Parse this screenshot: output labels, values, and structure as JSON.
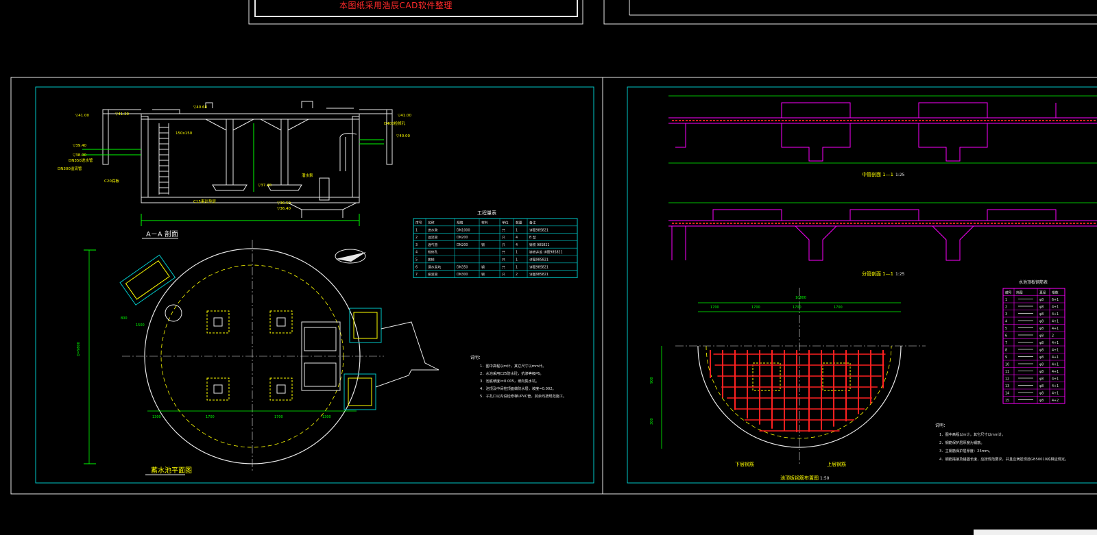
{
  "banner": "本图纸采用浩辰CAD软件整理",
  "colors": {
    "background": "#000000",
    "frame": "#e8e8e8",
    "border": "#00c8c8",
    "dim": "#00ff00",
    "rebar": "#ff2020",
    "label": "#ffff00",
    "wall": "#ff00ff",
    "dash": "#ffff00"
  },
  "left_sheet": {
    "section_title": "A－A 剖面",
    "plan_title": "蓄水池平面图",
    "elevations": [
      "▽41.00",
      "▽41.30",
      "▽40.68",
      "▽39.40",
      "▽38.00",
      "▽37.48",
      "▽36.50",
      "▽36.40",
      "▽41.00",
      "▽40.00"
    ],
    "labels": [
      "C15素砼垫层",
      "C20底板",
      "D400检修孔",
      "DN300溢流管",
      "DN350进水管",
      "潜水泵",
      "150x150"
    ],
    "table": {
      "title": "工程量表",
      "headers": [
        "序号",
        "名称",
        "规格",
        "材料",
        "单位",
        "数量",
        "备注"
      ],
      "rows": [
        [
          "1",
          "进水管",
          "DN1000",
          "",
          "只",
          "1",
          "详图98S821"
        ],
        [
          "2",
          "溢流管",
          "DN200",
          "",
          "只",
          "4",
          "B 型"
        ],
        [
          "3",
          "通气管",
          "DN200",
          "钢",
          "只",
          "4",
          "铸铁 98S821"
        ],
        [
          "4",
          "检修孔",
          "",
          "",
          "只",
          "1",
          "铸铁井盖 详图98S821"
        ],
        [
          "5",
          "爬梯",
          "",
          "",
          "只",
          "1",
          "详图98S821"
        ],
        [
          "6",
          "潜水泵坑",
          "DN350",
          "钢",
          "只",
          "1",
          "详图98S821"
        ],
        [
          "7",
          "排泥管",
          "DN300",
          "钢",
          "只",
          "2",
          "详图98S821"
        ]
      ]
    },
    "notes_title": "说明：",
    "notes": [
      "1．图中高程以m计，其它尺寸以mm计。",
      "2．水池采用C25防水砼，抗渗等级P6。",
      "3．池底坡度i=0.005，坡向集水坑。",
      "4．池顶及中间柱顶面做防水层，坡度=0.002。",
      "5．子孔口以内设检修梯UPVC管，其余均按规范施工。"
    ],
    "dims": [
      "D=9800",
      "1300",
      "1700",
      "1700",
      "1300",
      "800",
      "1500"
    ]
  },
  "right_sheet": {
    "section1_title": "中管剖面 1—1",
    "section1_scale": "1:25",
    "section2_title": "分管剖面 1—1",
    "section2_scale": "1:25",
    "half_plan_title": "池顶板钢筋布置图",
    "half_plan_scale": "1:50",
    "lower_rebar": "下层钢筋",
    "upper_rebar": "上层钢筋",
    "rebar_table": {
      "title": "水池顶板钢筋表",
      "headers": [
        "编号",
        "简图",
        "直径",
        "根数"
      ],
      "rows": [
        [
          "1",
          "",
          "φ8",
          "6+1"
        ],
        [
          "2",
          "",
          "φ8",
          "4+1"
        ],
        [
          "3",
          "",
          "φ8",
          "4+1"
        ],
        [
          "4",
          "",
          "φ8",
          "4+1"
        ],
        [
          "5",
          "",
          "φ8",
          "4+1"
        ],
        [
          "6",
          "",
          "φ8",
          "2"
        ],
        [
          "7",
          "",
          "φ8",
          "4+1"
        ],
        [
          "8",
          "",
          "φ8",
          "4+1"
        ],
        [
          "9",
          "",
          "φ8",
          "4+1"
        ],
        [
          "10",
          "",
          "φ8",
          "4+1"
        ],
        [
          "11",
          "",
          "φ8",
          "4+1"
        ],
        [
          "12",
          "",
          "φ8",
          "4+1"
        ],
        [
          "13",
          "",
          "φ8",
          "4+1"
        ],
        [
          "14",
          "",
          "φ8",
          "4+1"
        ],
        [
          "15",
          "",
          "φ8",
          "4+2"
        ]
      ]
    },
    "notes_title": "说明：",
    "notes": [
      "1．图中高程以m计，其它尺寸以mm计。",
      "2．钢筋保护层厚度为钢筋。",
      "3．主钢筋保护层厚度：25mm。",
      "4．钢筋搭接及锚固长度，应按规范要求，并且应满足规范GB50010的相应规定。"
    ],
    "dims": [
      "10800",
      "1700",
      "1700",
      "1700",
      "1700",
      "900",
      "300"
    ]
  }
}
